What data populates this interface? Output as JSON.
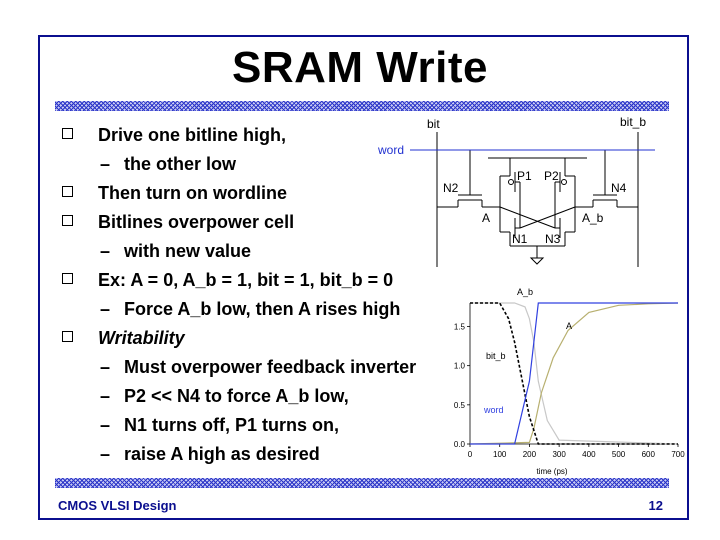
{
  "slide": {
    "title": "SRAM Write",
    "footer_left": "CMOS VLSI Design",
    "page_number": "12",
    "colors": {
      "frame": "#0b0f8f",
      "band": "#2a34c8",
      "word_line": "#2030d0"
    }
  },
  "bullets": [
    {
      "level": 1,
      "text": "Drive one bitline high,"
    },
    {
      "level": 2,
      "text": "the other low"
    },
    {
      "level": 1,
      "text": "Then turn on wordline"
    },
    {
      "level": 1,
      "text": "Bitlines overpower cell"
    },
    {
      "level": 2,
      "text": "with new value"
    },
    {
      "level": 1,
      "text": "Ex: A = 0, A_b = 1, bit = 1, bit_b = 0"
    },
    {
      "level": 2,
      "text": "Force A_b low, then A rises high"
    },
    {
      "level": 1,
      "text": "Writability",
      "italic": true
    },
    {
      "level": 2,
      "text": "Must overpower feedback inverter"
    },
    {
      "level": 2,
      "text": "P2 << N4 to force A_b low,"
    },
    {
      "level": 2,
      "text": "N1 turns off, P1 turns on,"
    },
    {
      "level": 2,
      "text": "raise A high as desired"
    }
  ],
  "schematic": {
    "labels": {
      "bit": "bit",
      "bit_b": "bit_b",
      "word": "word",
      "p1": "P1",
      "p2": "P2",
      "n1": "N1",
      "n2": "N2",
      "n3": "N3",
      "n4": "N4",
      "a": "A",
      "a_b": "A_b"
    }
  },
  "chart_data": {
    "type": "line",
    "x_label": "time (ps)",
    "x_ticks": [
      "0",
      "100",
      "200",
      "300",
      "400",
      "500",
      "600",
      "700"
    ],
    "y_ticks": [
      "0.0",
      "0.5",
      "1.0",
      "1.5"
    ],
    "xlim": [
      0,
      700
    ],
    "ylim": [
      0,
      1.8
    ],
    "series": [
      {
        "name": "A_b",
        "color": "#c8c8c8",
        "x": [
          0,
          150,
          185,
          200,
          215,
          230,
          260,
          300,
          700
        ],
        "y": [
          1.8,
          1.8,
          1.75,
          1.6,
          1.3,
          0.8,
          0.3,
          0.05,
          0.0
        ]
      },
      {
        "name": "A",
        "color": "#b8b070",
        "x": [
          0,
          200,
          215,
          240,
          280,
          330,
          400,
          500,
          600,
          700
        ],
        "y": [
          0.0,
          0.02,
          0.2,
          0.65,
          1.1,
          1.45,
          1.68,
          1.77,
          1.79,
          1.8
        ]
      },
      {
        "name": "bit_b",
        "color": "#000000",
        "dashed": true,
        "x": [
          0,
          100,
          130,
          150,
          200,
          230,
          700
        ],
        "y": [
          1.8,
          1.8,
          1.6,
          1.3,
          0.35,
          0.0,
          0.0
        ]
      },
      {
        "name": "word",
        "color": "#3040e0",
        "x": [
          0,
          100,
          150,
          200,
          230,
          700
        ],
        "y": [
          0.0,
          0.0,
          0.0,
          0.8,
          1.8,
          1.8
        ]
      }
    ],
    "annotations": [
      "A_b",
      "A",
      "bit_b",
      "word"
    ]
  }
}
